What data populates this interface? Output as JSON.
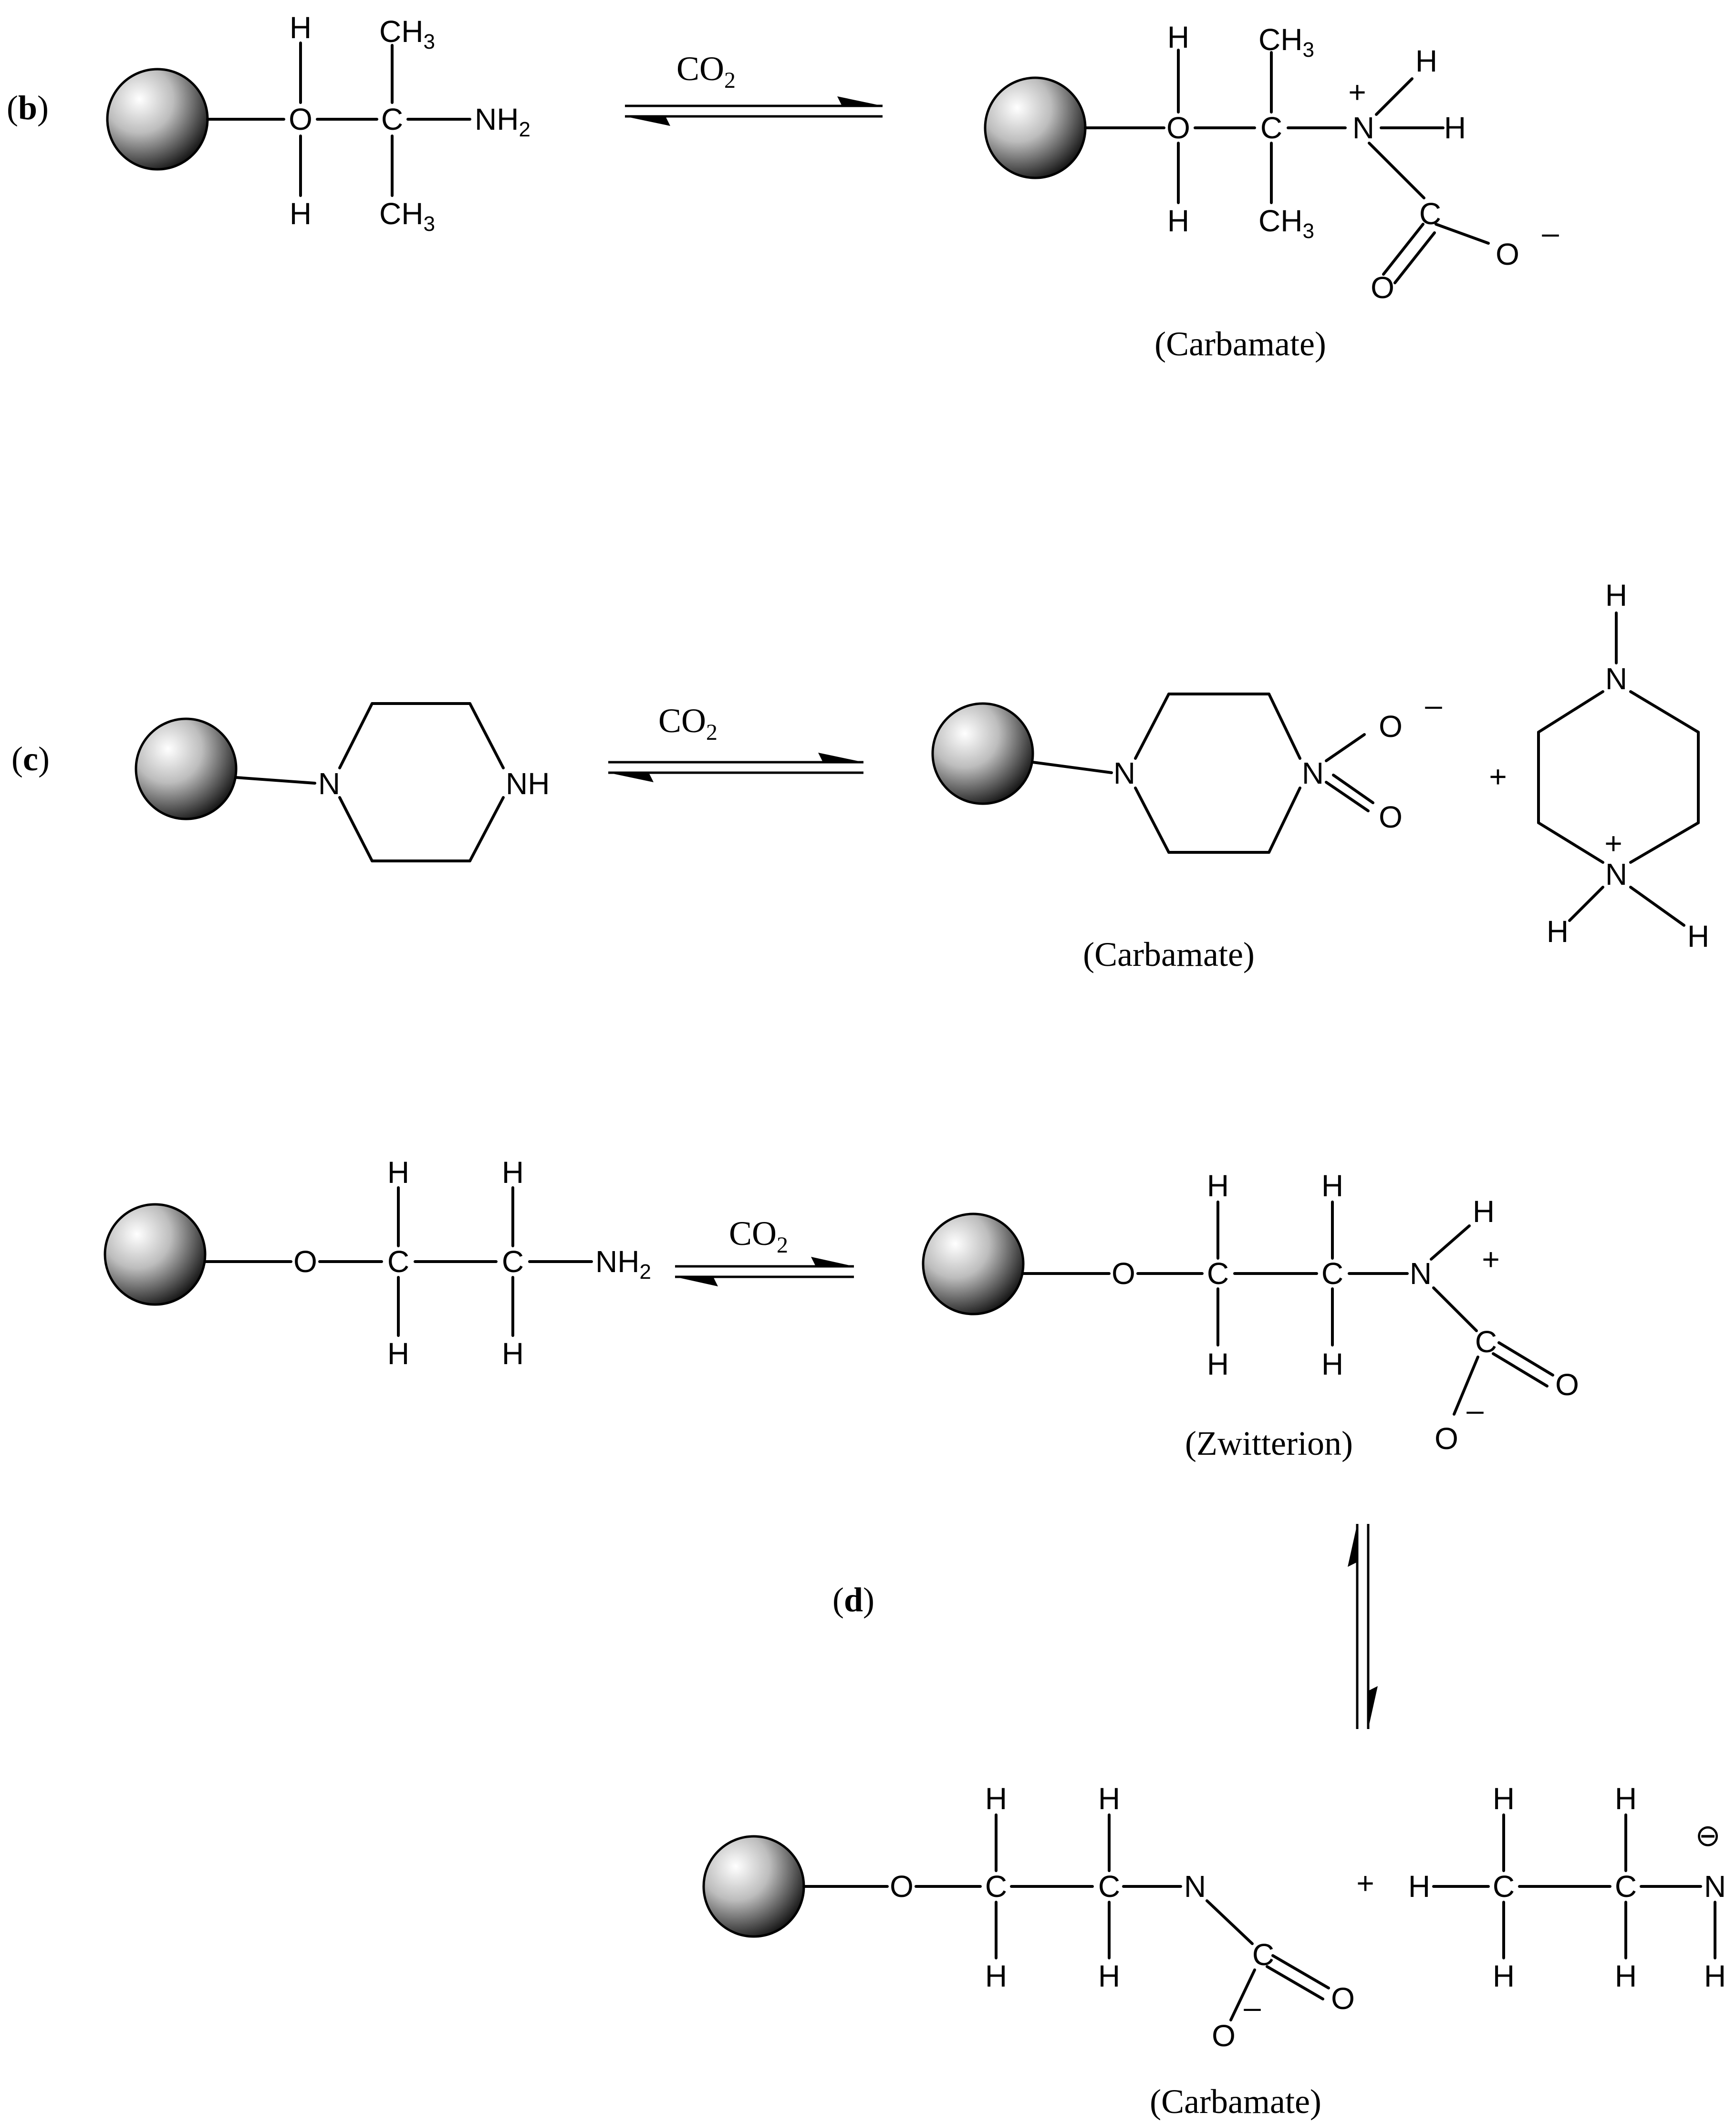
{
  "labels": {
    "co2": "CO",
    "co2_sub": "2",
    "carbamate": "(Carbamate)",
    "zwitterion": "(Zwitterion)",
    "plus": "+",
    "minus": "–",
    "anion": "⊖",
    "sub2": "2",
    "sub3": "3",
    "H": "H",
    "C": "C",
    "N": "N",
    "O": "O",
    "NH": "NH",
    "CH": "CH"
  },
  "panels": {
    "b": "b",
    "c": "c",
    "d": "d",
    "open": "(",
    "close": ")"
  },
  "colors": {
    "sphere_light": "#ffffff",
    "sphere_dark": "#1a1a1a",
    "ink": "#000000"
  }
}
